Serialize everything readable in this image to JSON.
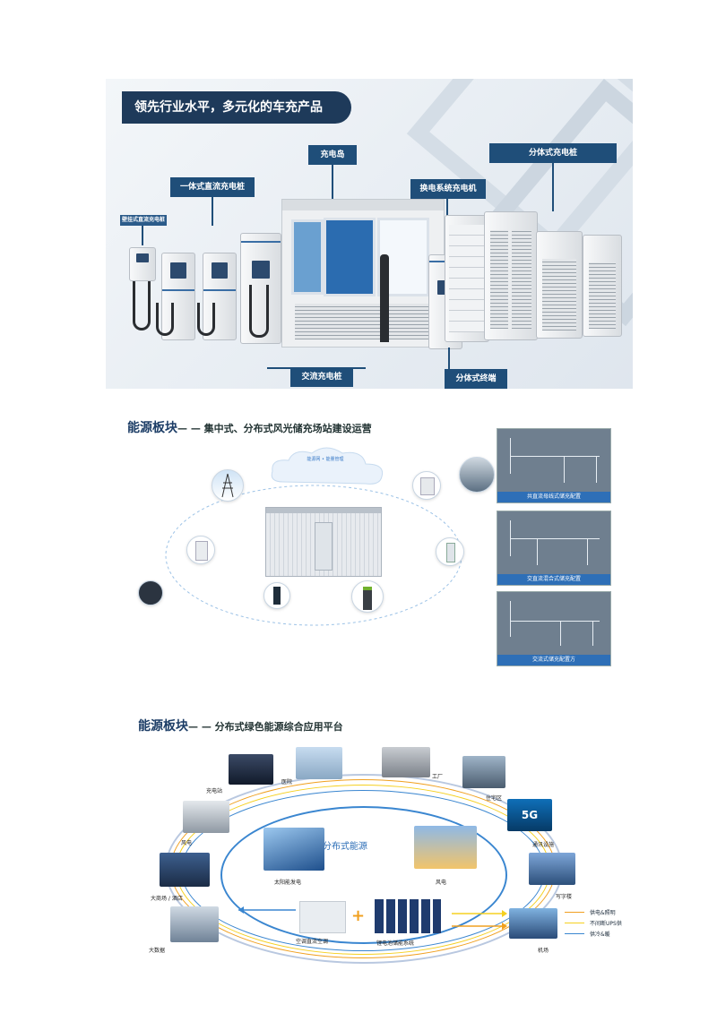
{
  "section1": {
    "banner": "领先行业水平，多元化的车充产品",
    "tags": {
      "integrated_dc": "一体式直流充电桩",
      "charging_island": "充电岛",
      "battery_swap": "换电系统充电机",
      "split_pile": "分体式充电桩",
      "ac_pile": "交流充电桩",
      "split_terminal": "分体式终端",
      "wall_dc": "壁挂式直流充电桩"
    }
  },
  "section2": {
    "title_main": "能源板块",
    "title_sub": "— — 集中式、分布式风光储充场站建设运营",
    "cloud_text": "能源网 • 能量管理",
    "diagram_captions": [
      "共直流母线式储充配置",
      "交直流混合式储充配置",
      "交流式储充配置方"
    ]
  },
  "section3": {
    "title_main": "能源板块",
    "title_sub": "— — 分布式绿色能源综合应用平台",
    "center_label": "分布式能源",
    "nodes": {
      "charging_station": "充电站",
      "hospital": "医院",
      "factory": "工厂",
      "residential": "住宅区",
      "fiveg": "5G",
      "telecom": "通讯设施",
      "office": "写字楼",
      "airport": "机场",
      "data_center": "大数据",
      "hotel": "大商场 / 酒店",
      "wind_farm": "风电",
      "solar": "太阳能发电",
      "wind": "风电",
      "ac_unit": "空调直流空调",
      "storage": "锂电池储能系统"
    },
    "legend": [
      "供电&照明",
      "不间断UPS供",
      "供冷&暖"
    ],
    "colors": {
      "orange": "#f0a020",
      "yellow": "#f5d020",
      "blue": "#3a86d0",
      "ring": "#b9c8e0"
    }
  }
}
